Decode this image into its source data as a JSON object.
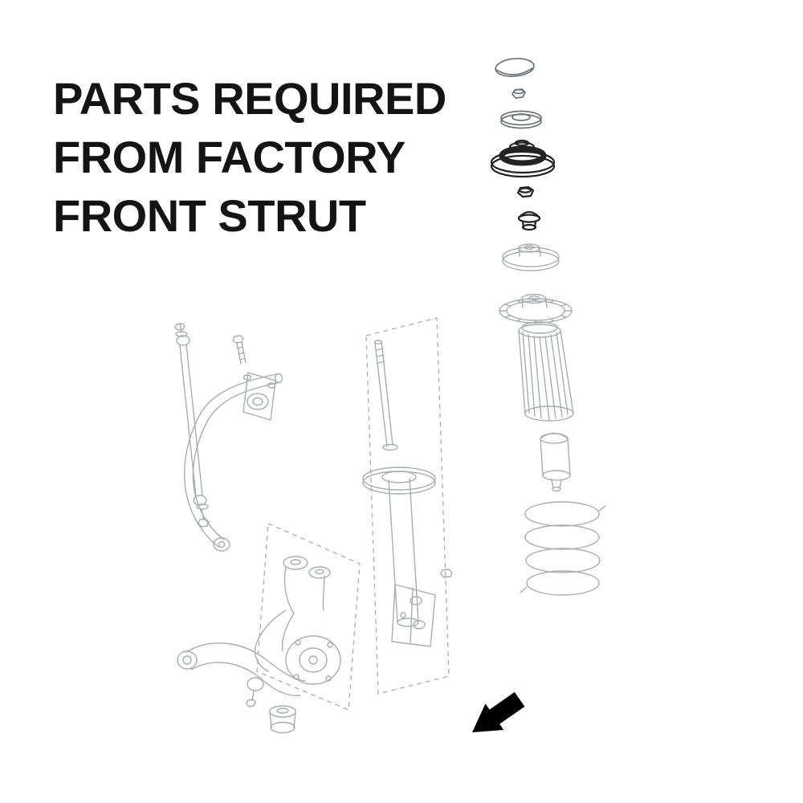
{
  "page": {
    "background_color": "#ffffff",
    "title": {
      "lines": [
        "PARTS REQUIRED",
        "FROM FACTORY",
        "FRONT STRUT"
      ],
      "color": "#141414"
    }
  },
  "diagram": {
    "type": "exploded-parts-illustration",
    "subject": "factory front strut assembly with sway bar, steering knuckle and lower control arm",
    "colors": {
      "line_light": "#a9adb1",
      "line_mid": "#6e7378",
      "line_dark": "#232323",
      "arrow": "#000000"
    },
    "parts": [
      {
        "id": "strut-cap",
        "highlighted": false
      },
      {
        "id": "piston-rod-nut",
        "highlighted": false
      },
      {
        "id": "dished-washer",
        "highlighted": false
      },
      {
        "id": "strut-mount-bearing",
        "highlighted": true
      },
      {
        "id": "mount-nut",
        "highlighted": true
      },
      {
        "id": "bump-cap",
        "highlighted": true
      },
      {
        "id": "spring-seat-plate",
        "highlighted": false
      },
      {
        "id": "upper-spring-seat",
        "highlighted": false
      },
      {
        "id": "dust-boot",
        "highlighted": false
      },
      {
        "id": "bump-stopper",
        "highlighted": false
      },
      {
        "id": "coil-spring",
        "highlighted": false
      },
      {
        "id": "strut-shock-absorber",
        "highlighted": false
      },
      {
        "id": "sway-bar-end-link",
        "highlighted": false
      },
      {
        "id": "sway-bar-bolt",
        "highlighted": false
      },
      {
        "id": "sway-bar-bracket-bushing",
        "highlighted": false
      },
      {
        "id": "sway-bar",
        "highlighted": false
      },
      {
        "id": "steering-knuckle",
        "highlighted": false
      },
      {
        "id": "lower-control-arm",
        "highlighted": false
      }
    ]
  }
}
